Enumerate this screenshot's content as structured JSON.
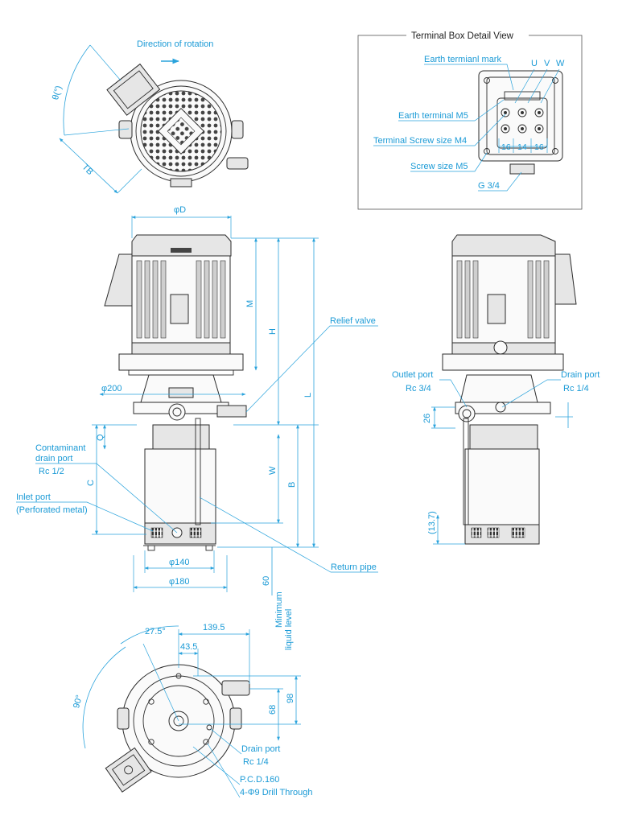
{
  "top_view": {
    "direction_of_rotation": "Direction of rotation",
    "angle_label": "θ(°)",
    "tb_label": "TB"
  },
  "terminal_box": {
    "title": "Terminal Box Detail View",
    "earth_mark": "Earth termianl mark",
    "phase_u": "U",
    "phase_v": "V",
    "phase_w": "W",
    "earth_terminal": "Earth terminal M5",
    "terminal_screw": "Terminal Screw size M4",
    "screw_size": "Screw size M5",
    "g_thread": "G 3/4",
    "dim_16a": "16",
    "dim_14": "14",
    "dim_16b": "16"
  },
  "front_view": {
    "phi_d": "φD",
    "phi_200": "φ200",
    "m": "M",
    "h": "H",
    "l": "L",
    "q": "Q",
    "c": "C",
    "w": "W",
    "b": "B",
    "phi_140": "φ140",
    "phi_180": "φ180",
    "sixty": "60",
    "min_liquid_1": "Minimum",
    "min_liquid_2": "liquid level",
    "relief_valve": "Relief valve",
    "contaminant_1": "Contaminant",
    "contaminant_2": "drain port",
    "contaminant_3": "Rc 1/2",
    "inlet_1": "Inlet port",
    "inlet_2": "(Perforated metal)",
    "return_pipe": "Return pipe"
  },
  "side_view": {
    "outlet_port": "Outlet port",
    "outlet_thread": "Rc 3/4",
    "drain_port": "Drain port",
    "drain_thread": "Rc 1/4",
    "dim_26": "26",
    "dim_13_7": "(13.7)"
  },
  "bottom_view": {
    "angle_27_5": "27.5°",
    "dim_139_5": "139.5",
    "dim_43_5": "43.5",
    "angle_90": "90°",
    "dim_68": "68",
    "dim_98": "98",
    "drain_port": "Drain port",
    "drain_thread": "Rc 1/4",
    "pcd": "P.C.D.160",
    "drill": "4-Φ9 Drill Through"
  }
}
